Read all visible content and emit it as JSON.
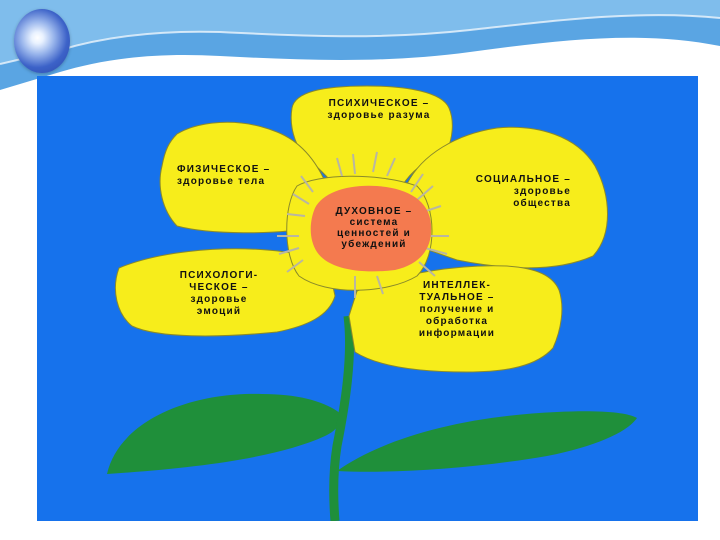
{
  "colors": {
    "sky": "#1672ec",
    "petal": "#f7ed1b",
    "petal_outline": "#8a8a2a",
    "center": "#f47a4f",
    "leaf": "#1f8f3a",
    "stem": "#1f8f3a",
    "vein": "#b9b6a2",
    "header_wave": "#5aa5e3"
  },
  "icons": {
    "header_bullet": "glossy-blue-orb-icon"
  },
  "flower": {
    "center": {
      "label": "ДУХОВНОЕ –\nсистема\nценностей и\nубеждений"
    },
    "petals": [
      {
        "key": "top",
        "label": "ПСИХИЧЕСКОЕ –\nздоровье разума"
      },
      {
        "key": "upper_left",
        "label": "ФИЗИЧЕСКОЕ –\nздоровье тела"
      },
      {
        "key": "upper_right",
        "label": "СОЦИАЛЬНОЕ –\nздоровье\nобщества"
      },
      {
        "key": "lower_left",
        "label": "ПСИХОЛОГИ-\nЧЕСКОЕ –\nздоровье\nэмоций"
      },
      {
        "key": "lower_right",
        "label": "ИНТЕЛЛЕК-\nТУАЛЬНОЕ –\nполучение и\nобработка\nинформации"
      }
    ]
  }
}
